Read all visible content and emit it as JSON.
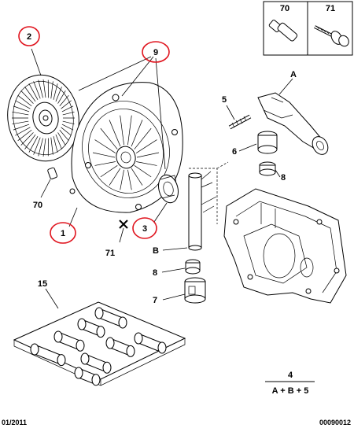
{
  "callouts": {
    "c70_box": "70",
    "c71_box": "71",
    "c2": "2",
    "c9": "9",
    "cA": "A",
    "c5": "5",
    "c6": "6",
    "c8a": "8",
    "c70": "70",
    "c1": "1",
    "c3": "3",
    "c71": "71",
    "cB": "B",
    "c8b": "8",
    "c7": "7",
    "c15": "15"
  },
  "formula": {
    "number": "4",
    "expression": "A + B + 5"
  },
  "footer": {
    "date": "01/2011",
    "reference": "00090012"
  },
  "colors": {
    "highlight_circle": "#e0141e",
    "line": "#000000",
    "background": "#ffffff"
  }
}
